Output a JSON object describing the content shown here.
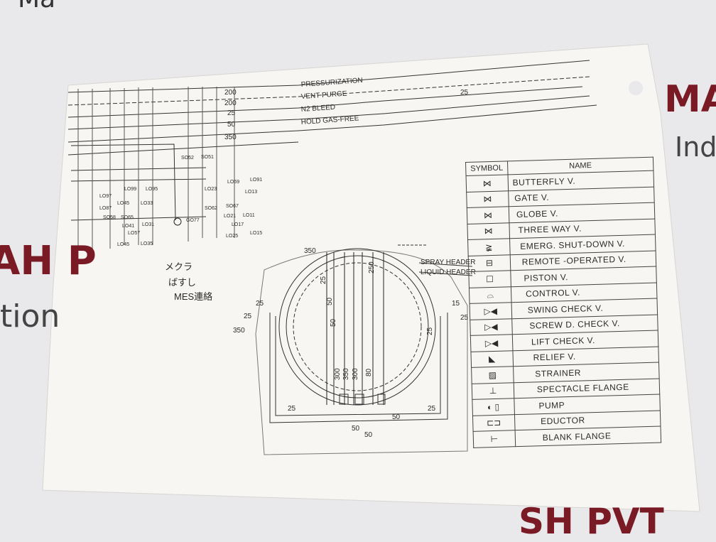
{
  "background": {
    "banner_texts": [
      "Ma",
      "MA",
      "Ind",
      "AH P",
      "tion",
      "SH PVT"
    ],
    "brand_color": "#7a1a24"
  },
  "diagram": {
    "lines": [
      {
        "size": "200",
        "label": "PRESSURIZATION"
      },
      {
        "size": "200",
        "label": "VENT PURGE"
      },
      {
        "size": "25",
        "label": "N2 BLEED"
      },
      {
        "size": "50",
        "label": "HOLD GAS-FREE"
      },
      {
        "size": "350",
        "label": ""
      }
    ],
    "line_25_right": "25",
    "headers": [
      "SPRAY HEADER",
      "LIQUID HEADER"
    ],
    "tank_sizes": [
      "350",
      "25",
      "50",
      "50",
      "250",
      "15",
      "25",
      "25",
      "25",
      "350",
      "25",
      "300",
      "350",
      "300",
      "80",
      "25",
      "50",
      "50",
      "50",
      "25"
    ],
    "valve_tags": [
      "LO97",
      "LO95",
      "LO99",
      "LO45",
      "LO33",
      "LO87",
      "SO58",
      "SO65",
      "LO41",
      "LO31",
      "LO57",
      "LO45",
      "LO35",
      "LO23",
      "LO69",
      "LO91",
      "LO13",
      "SO62",
      "SO67",
      "LO21",
      "LO11",
      "LO17",
      "LO25",
      "LO15",
      "GO77",
      "SO52",
      "SO51"
    ],
    "handwritten_note": [
      "メクラ",
      "ばすし",
      "MES連絡"
    ]
  },
  "legend": {
    "header_symbol": "SYMBOL",
    "header_name": "NAME",
    "items": [
      {
        "icon": "butterfly-valve",
        "symbol": "⋈",
        "name": "BUTTERFLY V."
      },
      {
        "icon": "gate-valve",
        "symbol": "⋈",
        "name": "GATE V."
      },
      {
        "icon": "globe-valve",
        "symbol": "⋈",
        "name": "GLOBE V."
      },
      {
        "icon": "three-way-valve",
        "symbol": "⋈",
        "name": "THREE WAY V."
      },
      {
        "icon": "emergency-shutdown-valve",
        "symbol": "≩",
        "name": "EMERG. SHUT-DOWN V."
      },
      {
        "icon": "remote-operated-valve",
        "symbol": "⊟",
        "name": "REMOTE -OPERATED V."
      },
      {
        "icon": "piston-valve",
        "symbol": "☐",
        "name": "PISTON V."
      },
      {
        "icon": "control-valve",
        "symbol": "⌓",
        "name": "CONTROL V."
      },
      {
        "icon": "swing-check-valve",
        "symbol": "▷◀",
        "name": "SWING CHECK V."
      },
      {
        "icon": "screw-down-check-valve",
        "symbol": "▷◀",
        "name": "SCREW D. CHECK V."
      },
      {
        "icon": "lift-check-valve",
        "symbol": "▷◀",
        "name": "LIFT CHECK V."
      },
      {
        "icon": "relief-valve",
        "symbol": "◣",
        "name": "RELIEF V."
      },
      {
        "icon": "strainer",
        "symbol": "▨",
        "name": "STRAINER"
      },
      {
        "icon": "spectacle-flange",
        "symbol": "⊥",
        "name": "SPECTACLE FLANGE"
      },
      {
        "icon": "pump",
        "symbol": "◐ ▯",
        "name": "PUMP"
      },
      {
        "icon": "eductor",
        "symbol": "⊏⊐",
        "name": "EDUCTOR"
      },
      {
        "icon": "blank-flange",
        "symbol": "⊢",
        "name": "BLANK FLANGE"
      }
    ]
  }
}
